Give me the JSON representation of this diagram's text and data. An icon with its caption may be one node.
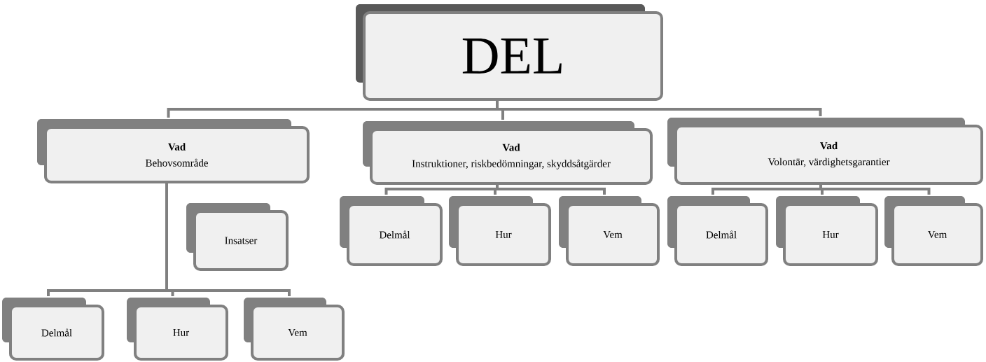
{
  "diagram": {
    "nodes": [
      {
        "text": [
          "DEL"
        ]
      },
      {
        "text": [
          "Vad",
          "Behovsområde"
        ]
      },
      {
        "text": [
          "Vad",
          "Instruktioner, riskbedömningar, skyddsåtgärder"
        ]
      },
      {
        "text": [
          "Vad",
          "Volontär, värdighetsgarantier"
        ]
      },
      {
        "text": [
          "Delmål"
        ]
      },
      {
        "text": [
          "Hur"
        ]
      },
      {
        "text": [
          "Vem"
        ]
      },
      {
        "text": [
          "Delmål"
        ]
      },
      {
        "text": [
          "Hur"
        ]
      },
      {
        "text": [
          "Vem"
        ]
      },
      {
        "text": [
          "Insatser"
        ]
      },
      {
        "text": [
          "Delmål"
        ]
      },
      {
        "text": [
          "Hur"
        ]
      },
      {
        "text": [
          "Vem"
        ]
      }
    ],
    "edges": [
      {
        "from": 0,
        "to": 1,
        "arrow": "none"
      },
      {
        "from": 0,
        "to": 2,
        "arrow": "none"
      },
      {
        "from": 0,
        "to": 3,
        "arrow": "none"
      },
      {
        "from": 2,
        "to": 4,
        "arrow": "none"
      },
      {
        "from": 2,
        "to": 5,
        "arrow": "none"
      },
      {
        "from": 2,
        "to": 6,
        "arrow": "none"
      },
      {
        "from": 3,
        "to": 7,
        "arrow": "none"
      },
      {
        "from": 3,
        "to": 8,
        "arrow": "none"
      },
      {
        "from": 3,
        "to": 9,
        "arrow": "none"
      },
      {
        "from": 1,
        "to": 11,
        "arrow": "none"
      },
      {
        "from": 1,
        "to": 12,
        "arrow": "none"
      },
      {
        "from": 1,
        "to": 13,
        "arrow": "none"
      }
    ]
  }
}
